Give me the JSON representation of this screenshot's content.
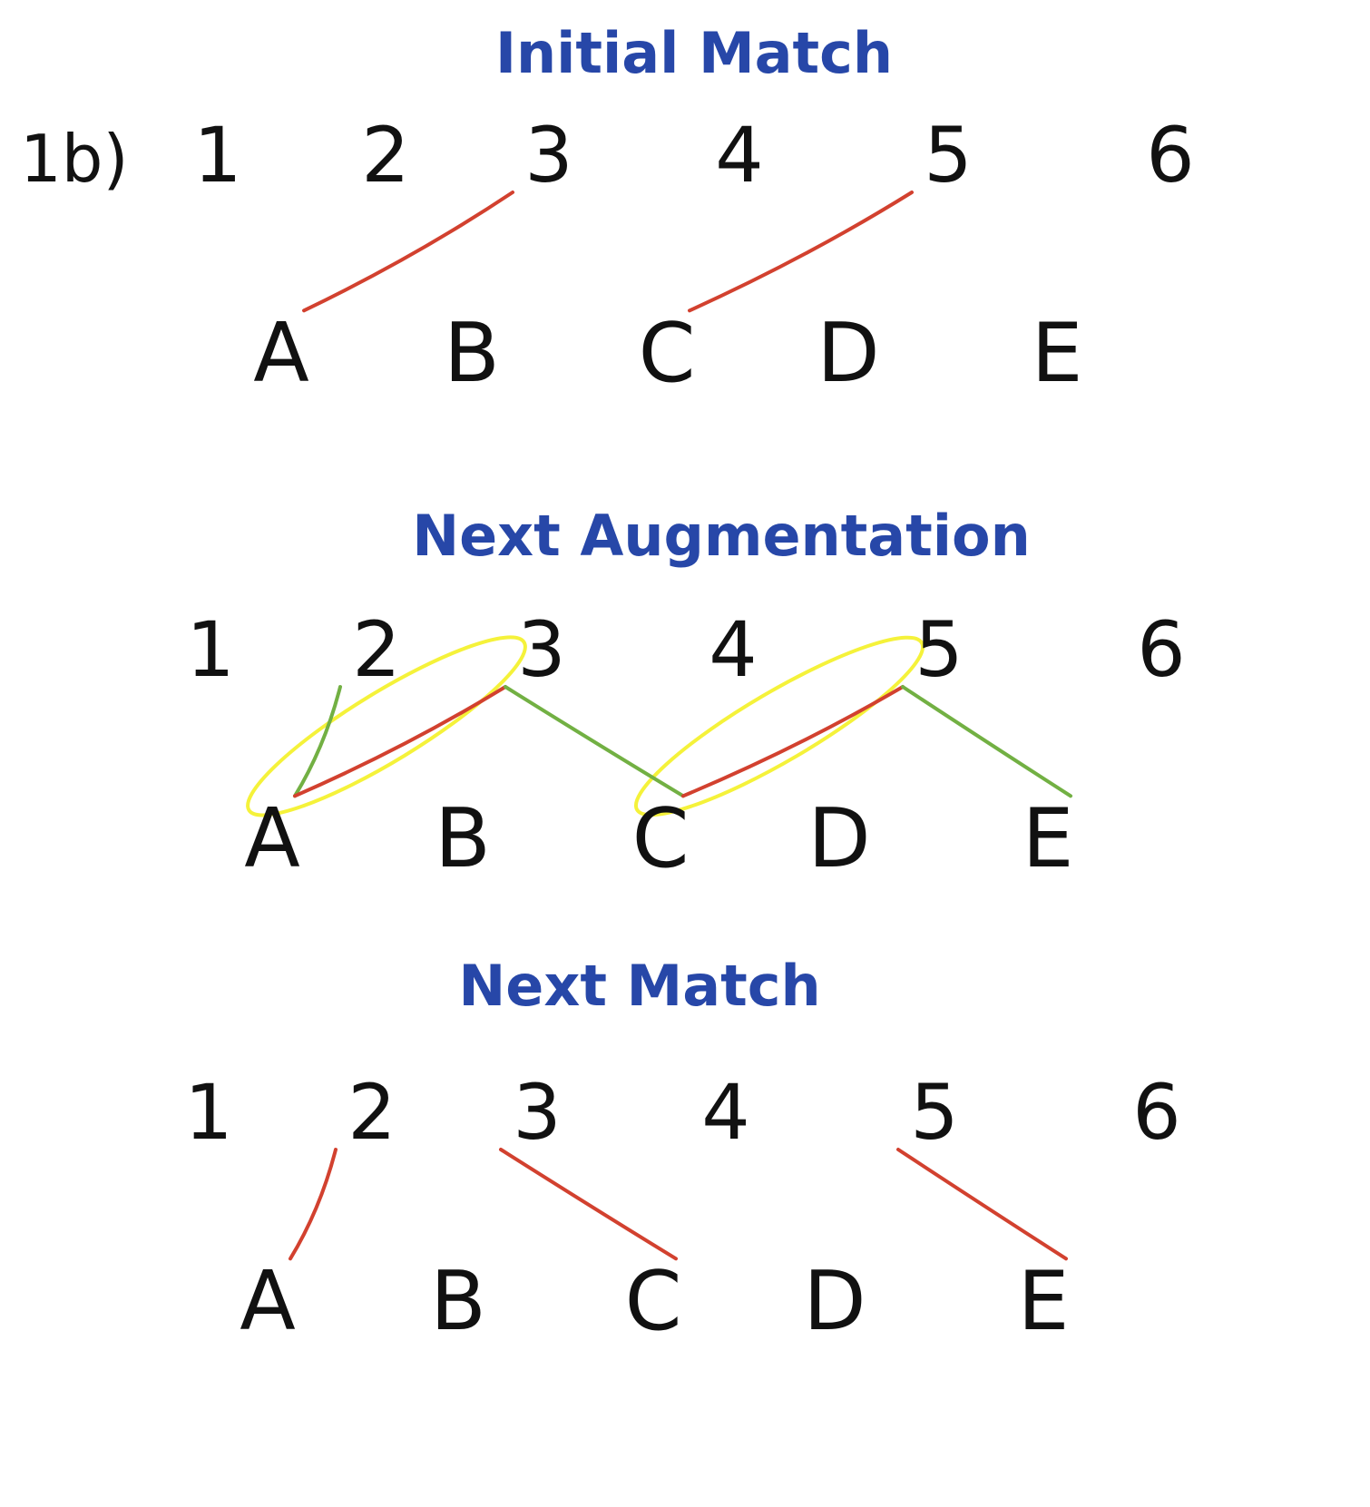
{
  "problem_label": "1b)",
  "colors": {
    "matched_edge": "#d2412f",
    "augment_edge": "#72b043",
    "path_highlight": "#f5f23a",
    "title": "#2747a8",
    "ink": "#111111"
  },
  "panels": [
    {
      "title": "Initial Match",
      "top_nodes": [
        "1",
        "2",
        "3",
        "4",
        "5",
        "6"
      ],
      "bottom_nodes": [
        "A",
        "B",
        "C",
        "D",
        "E"
      ],
      "edges": [
        {
          "from": "3",
          "to": "A",
          "kind": "matched"
        },
        {
          "from": "5",
          "to": "C",
          "kind": "matched"
        }
      ],
      "highlighted_edges": []
    },
    {
      "title": "Next Augmentation",
      "top_nodes": [
        "1",
        "2",
        "3",
        "4",
        "5",
        "6"
      ],
      "bottom_nodes": [
        "A",
        "B",
        "C",
        "D",
        "E"
      ],
      "edges": [
        {
          "from": "2",
          "to": "A",
          "kind": "augment"
        },
        {
          "from": "3",
          "to": "A",
          "kind": "matched"
        },
        {
          "from": "3",
          "to": "C",
          "kind": "augment"
        },
        {
          "from": "5",
          "to": "C",
          "kind": "matched"
        },
        {
          "from": "5",
          "to": "E",
          "kind": "augment"
        }
      ],
      "highlighted_edges": [
        {
          "from": "3",
          "to": "A"
        },
        {
          "from": "5",
          "to": "C"
        }
      ]
    },
    {
      "title": "Next Match",
      "top_nodes": [
        "1",
        "2",
        "3",
        "4",
        "5",
        "6"
      ],
      "bottom_nodes": [
        "A",
        "B",
        "C",
        "D",
        "E"
      ],
      "edges": [
        {
          "from": "2",
          "to": "A",
          "kind": "matched"
        },
        {
          "from": "3",
          "to": "C",
          "kind": "matched"
        },
        {
          "from": "5",
          "to": "E",
          "kind": "matched"
        }
      ],
      "highlighted_edges": []
    }
  ]
}
